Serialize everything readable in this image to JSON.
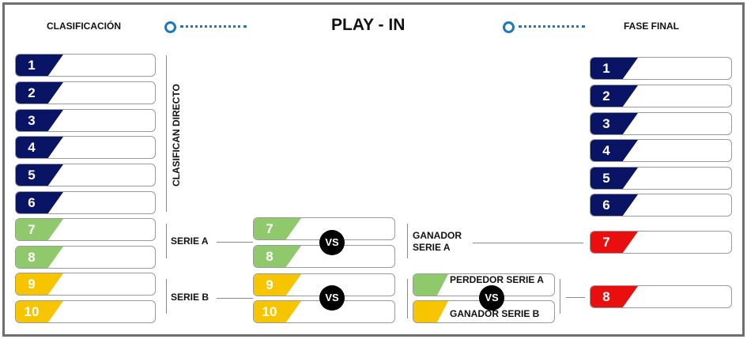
{
  "header": {
    "left": "CLASIFICACIÓN",
    "title": "PLAY - IN",
    "right": "FASE FINAL"
  },
  "colors": {
    "navy": "#0a1464",
    "green": "#8fc96b",
    "yellow": "#f6c500",
    "red": "#e90f0f",
    "accent": "#1d78b8"
  },
  "classification": [
    "1",
    "2",
    "3",
    "4",
    "5",
    "6",
    "7",
    "8",
    "9",
    "10"
  ],
  "direct_label": "CLASIFICAN DIRECTO",
  "series_a": {
    "label": "SERIE A",
    "seeds": [
      "7",
      "8"
    ],
    "vs": "VS"
  },
  "series_b": {
    "label": "SERIE B",
    "seeds": [
      "9",
      "10"
    ],
    "vs": "VS"
  },
  "winner_a": {
    "line1": "GANADOR",
    "line2": "SERIE A"
  },
  "decider": {
    "top": "PERDEDOR SERIE A",
    "bottom": "GANADOR SERIE B",
    "vs": "VS"
  },
  "final_phase": [
    "1",
    "2",
    "3",
    "4",
    "5",
    "6",
    "7",
    "8"
  ]
}
